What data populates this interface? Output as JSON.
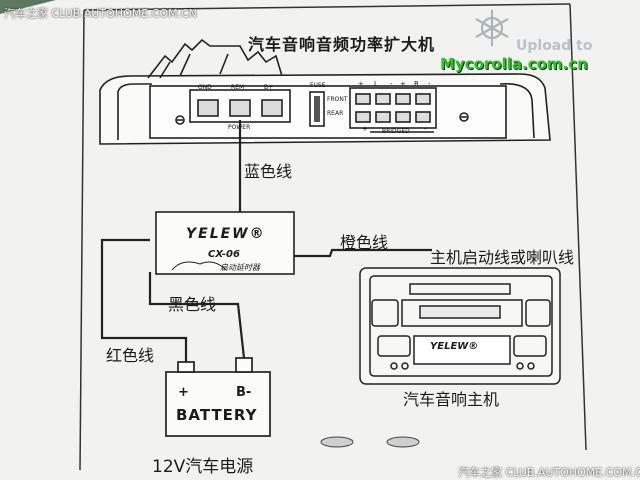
{
  "watermark_top": "汽车之家 CLUB.AUTOHOME.COM.CN",
  "watermark_bottom": "汽车之家 CLUB.AUTOHOME.COM.CN",
  "upload_text": "Upload to",
  "site_name": "Mycorolla.com.cn",
  "amp_title": "汽车音响音频功率扩大机",
  "amp_left_terminals": [
    "GND",
    "REM",
    "B+"
  ],
  "amp_power_label": "POWER",
  "amp_fuse_label": "FUSE",
  "amp_front_label": "FRONT",
  "amp_rear_label": "REAR",
  "amp_bridged_label": "BRIDGED",
  "amp_polarity": [
    "+",
    "L",
    "-",
    "+",
    "R",
    "-"
  ],
  "amp_bridged_polarity": [
    "+",
    "-"
  ],
  "delay_brand": "YELEW®",
  "delay_model": "CX-06",
  "delay_caption": "启动延时器",
  "wire_blue": "蓝色线",
  "wire_orange": "橙色线",
  "wire_black": "黑色线",
  "wire_red": "红色线",
  "head_unit_wire": "主机启动线或喇叭线",
  "head_unit_label": "汽车音响主机",
  "head_unit_brand": "YELEW®",
  "battery_plus": "+",
  "battery_minus": "B-",
  "battery_label": "BATTERY",
  "power_source": "12V汽车电源"
}
